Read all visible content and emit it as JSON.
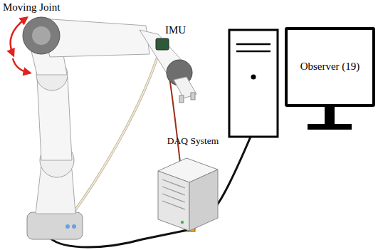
{
  "diagram": {
    "nodes": [
      {
        "text": [
          "DAQ System"
        ]
      },
      {
        "text": [
          "Observer (19)"
        ]
      }
    ],
    "labels": [
      "Moving Joint",
      "IMU"
    ]
  }
}
